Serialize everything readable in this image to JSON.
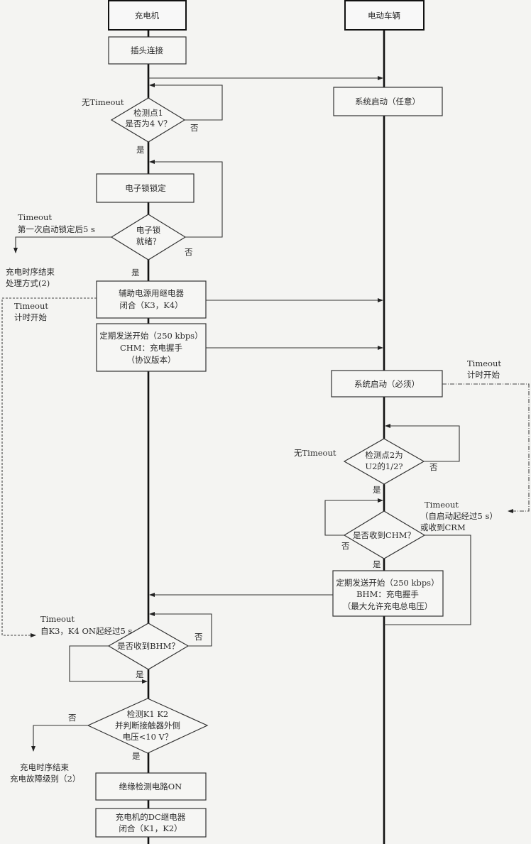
{
  "lanes": {
    "charger": "充电机",
    "vehicle": "电动车辆"
  },
  "charger": {
    "plug": "插头连接",
    "d1": [
      "检测点1",
      "是否为4 V？"
    ],
    "d1_note": "无Timeout",
    "lock": "电子锁锁定",
    "d2": [
      "电子锁",
      "就绪？"
    ],
    "d2_timeout": [
      "Timeout",
      "第一次启动锁定后5 s"
    ],
    "d2_end": [
      "充电时序结束",
      "处理方式(2)"
    ],
    "aux": [
      "辅助电源用继电器",
      "闭合（K3，K4）"
    ],
    "aux_timeout": [
      "Timeout",
      "计时开始"
    ],
    "chm": [
      "定期发送开始（250 kbps）",
      "CHM：充电握手",
      "（协议版本）"
    ],
    "d3": "是否收到BHM？",
    "d3_timeout": [
      "Timeout",
      "自K3，K4 ON起经过5 s"
    ],
    "d4": [
      "检测K1 K2",
      "并判断接触器外侧",
      "电压<10 V？"
    ],
    "d4_end": [
      "充电时序结束",
      "充电故障级别（2）"
    ],
    "insul": "绝缘检测电路ON",
    "dc": [
      "充电机的DC继电器",
      "闭合（K1，K2）"
    ]
  },
  "vehicle": {
    "start_any": "系统启动（任意）",
    "start_must": "系统启动（必须）",
    "start_timeout": [
      "Timeout",
      "计时开始"
    ],
    "d1": [
      "检测点2为",
      "U2的1/2?"
    ],
    "d1_note": "无Timeout",
    "d2": "是否收到CHM？",
    "d2_timeout": [
      "Timeout",
      "（自启动起经过5 s）",
      "或收到CRM"
    ],
    "bhm": [
      "定期发送开始（250 kbps）",
      "BHM：充电握手",
      "（最大允许充电总电压）"
    ]
  },
  "labels": {
    "yes": "是",
    "no": "否"
  }
}
